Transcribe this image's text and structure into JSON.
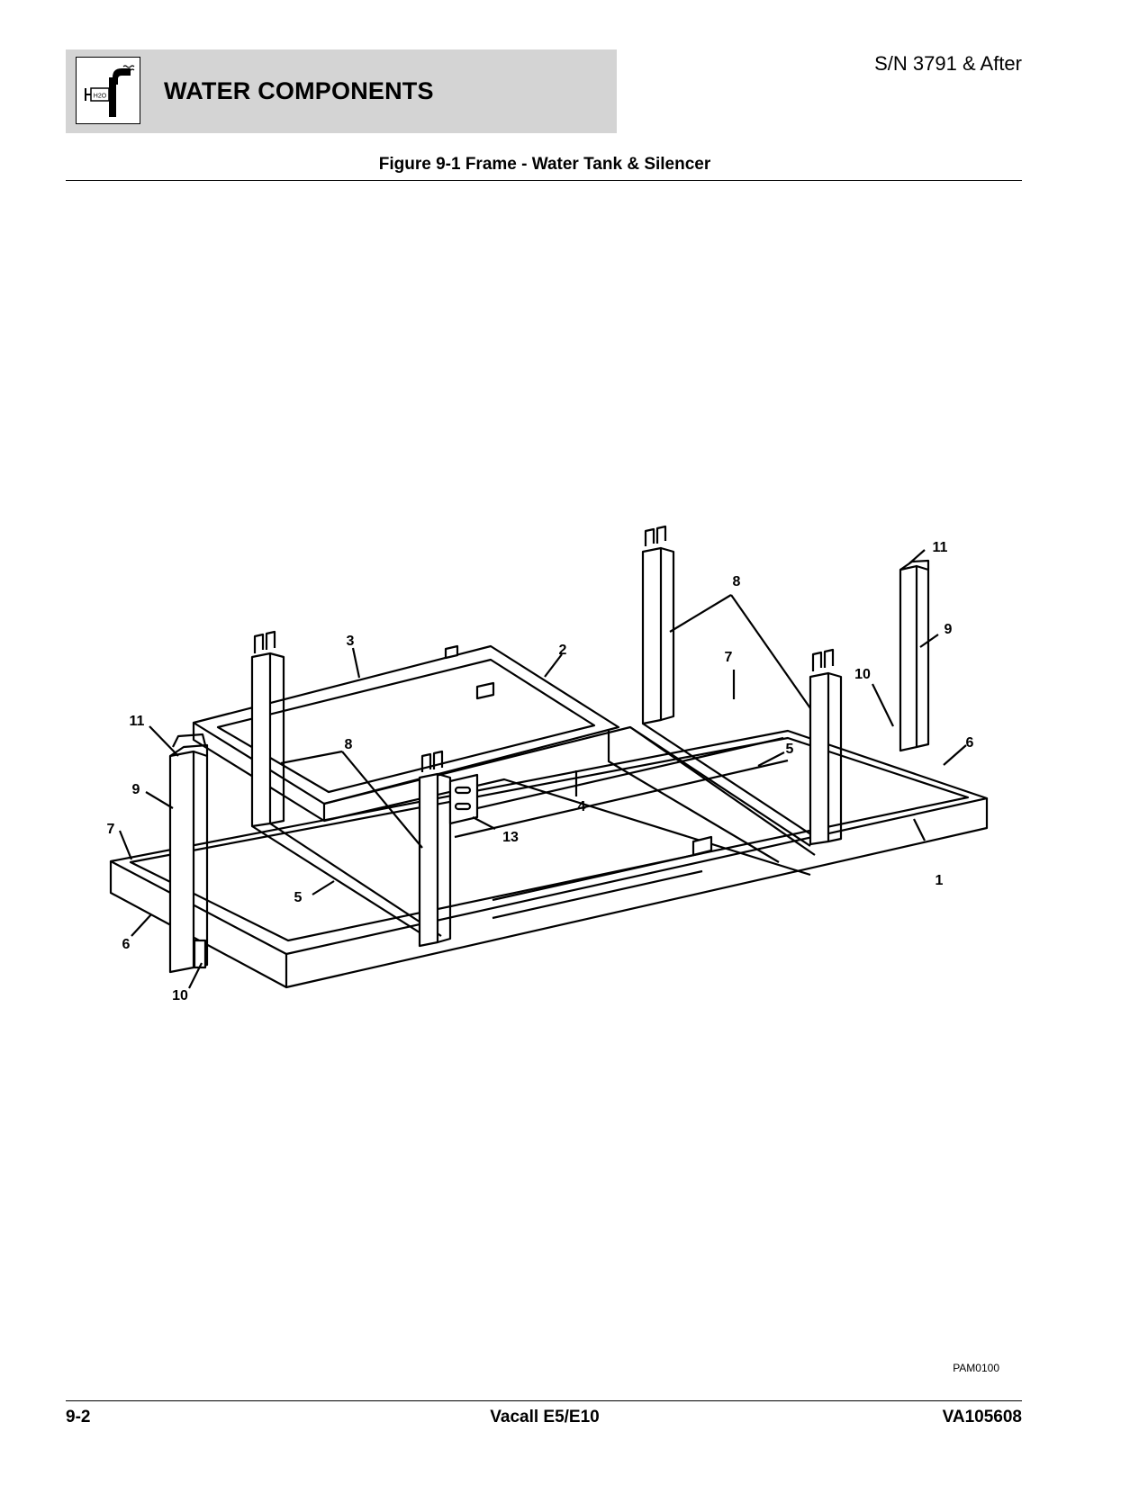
{
  "header": {
    "section_title": "WATER COMPONENTS",
    "serial_note": "S/N 3791 & After",
    "icon": "water-faucet-icon",
    "icon_text": "H2O"
  },
  "figure": {
    "title": "Figure 9-1 Frame - Water Tank & Silencer",
    "callouts": [
      "11",
      "9",
      "7",
      "6",
      "10",
      "3",
      "2",
      "8",
      "5",
      "4",
      "13",
      "8",
      "7",
      "11",
      "9",
      "10",
      "5",
      "6",
      "1"
    ],
    "drawing_id": "PAM0100"
  },
  "footer": {
    "page_number": "9-2",
    "product": "Vacall E5/E10",
    "doc_number": "VA105608"
  }
}
